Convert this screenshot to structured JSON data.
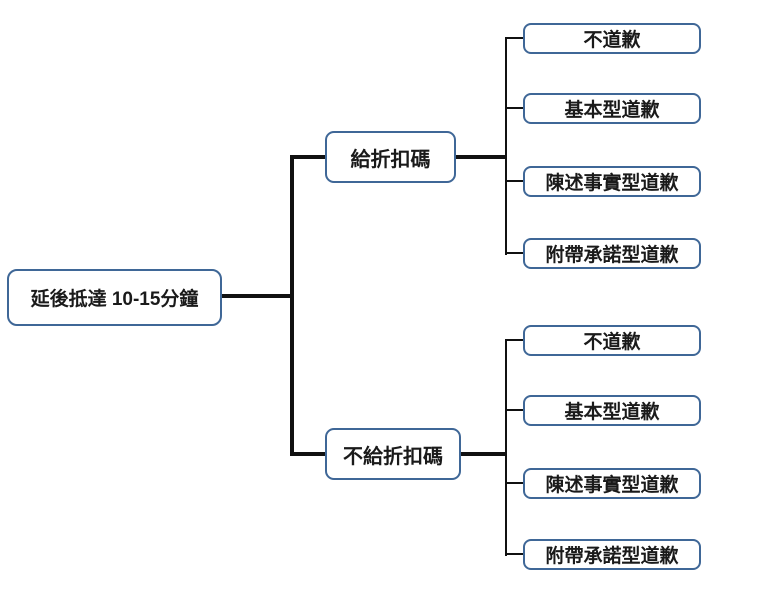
{
  "diagram": {
    "type": "decision-tree",
    "root": {
      "label": "延後抵達 10-15分鐘"
    },
    "branches": [
      {
        "label": "給折扣碼",
        "children": [
          "不道歉",
          "基本型道歉",
          "陳述事實型道歉",
          "附帶承諾型道歉"
        ]
      },
      {
        "label": "不給折扣碼",
        "children": [
          "不道歉",
          "基本型道歉",
          "陳述事實型道歉",
          "附帶承諾型道歉"
        ]
      }
    ],
    "colors": {
      "box_border": "#3f6797",
      "box_fill": "#ffffff",
      "line": "#111111",
      "text": "#1a1a1a",
      "background": "#ffffff"
    }
  }
}
